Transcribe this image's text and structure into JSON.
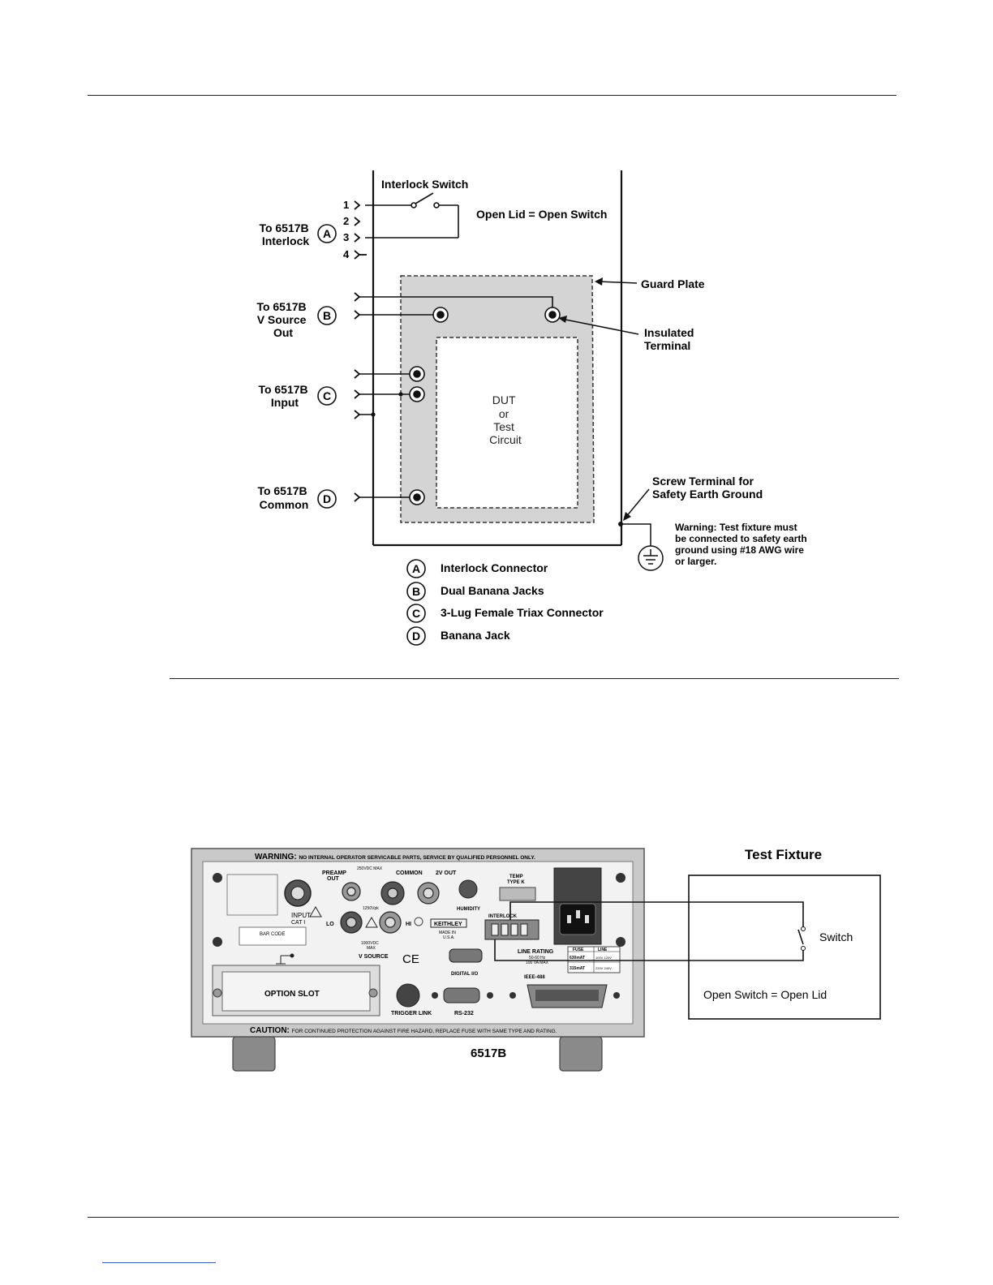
{
  "fixture_diagram": {
    "interlock_switch_label": "Interlock Switch",
    "open_lid_label": "Open Lid = Open Switch",
    "pin_labels": [
      "1",
      "2",
      "3",
      "4"
    ],
    "conn_a": {
      "line1": "To 6517B",
      "line2": "Interlock",
      "letter": "A"
    },
    "conn_b": {
      "line1": "To 6517B",
      "line2": "V Source",
      "line3": "Out",
      "letter": "B"
    },
    "conn_c": {
      "line1": "To 6517B",
      "line2": "Input",
      "letter": "C"
    },
    "conn_d": {
      "line1": "To 6517B",
      "line2": "Common",
      "letter": "D"
    },
    "guard_plate_label": "Guard Plate",
    "insulated_terminal_label": {
      "line1": "Insulated",
      "line2": "Terminal"
    },
    "dut_label": [
      "DUT",
      "or",
      "Test",
      "Circuit"
    ],
    "screw_terminal_label": {
      "line1": "Screw Terminal for",
      "line2": "Safety Earth Ground"
    },
    "warning": {
      "bold": "Warning:",
      "lines": [
        " Test fixture must",
        "be connected to safety earth",
        "ground using #18 AWG wire",
        "or larger."
      ]
    },
    "legend": [
      {
        "letter": "A",
        "text": "Interlock Connector"
      },
      {
        "letter": "B",
        "text": "Dual Banana Jacks"
      },
      {
        "letter": "C",
        "text": "3-Lug Female Triax Connector"
      },
      {
        "letter": "D",
        "text": "Banana Jack"
      }
    ]
  },
  "rear_panel": {
    "warning_bold": "WARNING:",
    "warning_text": "NO INTERNAL OPERATOR SERVICABLE PARTS, SERVICE BY QUALIFIED PERSONNEL ONLY.",
    "caution_bold": "CAUTION:",
    "caution_text": "FOR CONTINUED PROTECTION AGAINST FIRE HAZARD, REPLACE FUSE WITH SAME TYPE AND RATING.",
    "input_label": "INPUT",
    "cat_label": "CAT I",
    "preamp_label": "PREAMP",
    "out_label": "OUT",
    "vdc_max_top": "250VDC MAX",
    "common_label": "COMMON",
    "out2v_label": "2V OUT",
    "humidity_label": "HUMIDITY",
    "temp_label": "TEMP",
    "type_k_label": "TYPE K",
    "interlock_label": "INTERLOCK",
    "lo_label": "LO",
    "hi_label": "HI",
    "vsource_label": "V SOURCE",
    "vdc1000_label": "1000VDC",
    "max_label": "MAX",
    "vpk_label": "1250Vpk",
    "bar_code_label": "BAR CODE",
    "keithley_label": "KEITHLEY",
    "made_in_label": "MADE IN",
    "usa_label": "U.S.A.",
    "digital_io_label": "DIGITAL I/O",
    "line_rating_label": "LINE RATING",
    "hz_label": "50-60 Hz",
    "va_label": "100 VA MAX",
    "ieee_label": "IEEE-488",
    "fuse_header": "FUSE",
    "line_header": "LINE",
    "fuse_rows": [
      {
        "fuse": "630mAT",
        "line": "100V 120V"
      },
      {
        "fuse": "315mAT",
        "line": "220V 240V"
      }
    ],
    "option_slot_label": "OPTION SLOT",
    "trigger_link_label": "TRIGGER LINK",
    "rs232_label": "RS-232",
    "model_label": "6517B"
  },
  "test_fixture": {
    "title": "Test Fixture",
    "switch_label": "Switch",
    "open_switch_label": "Open Switch = Open Lid"
  }
}
